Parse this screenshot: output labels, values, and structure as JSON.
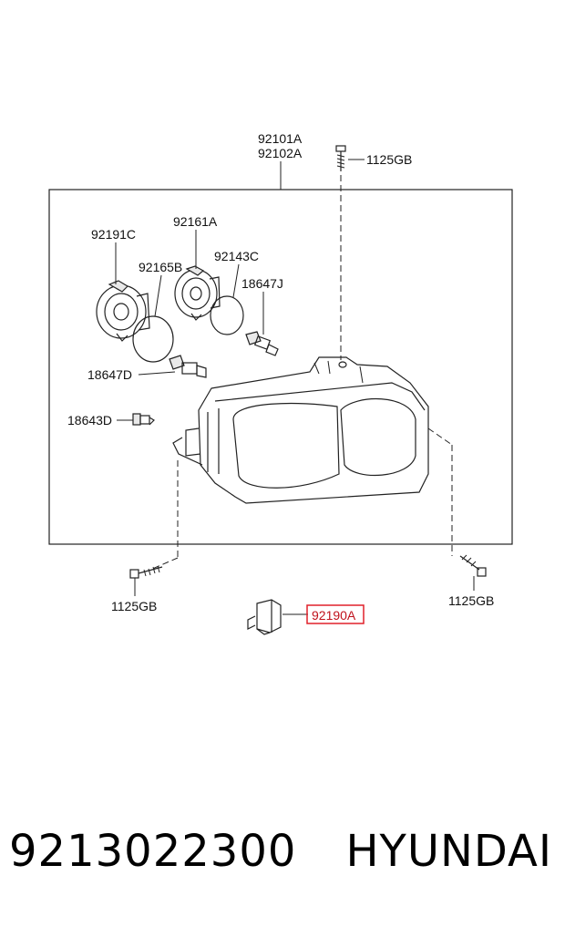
{
  "labels": {
    "assembly_a": "92101A",
    "assembly_b": "92102A",
    "bolt_top": "1125GB",
    "socket_92191c": "92191C",
    "socket_92161a": "92161A",
    "gasket_92165b": "92165B",
    "gasket_92143c": "92143C",
    "bulb_18647j": "18647J",
    "bulb_18647d": "18647D",
    "bulb_18643d": "18643D",
    "bolt_left": "1125GB",
    "bolt_right": "1125GB",
    "actuator_92190a": "92190A"
  },
  "highlight_color": "#e0202a",
  "footer": {
    "part_number": "9213022300",
    "brand": "HYUNDAI"
  }
}
